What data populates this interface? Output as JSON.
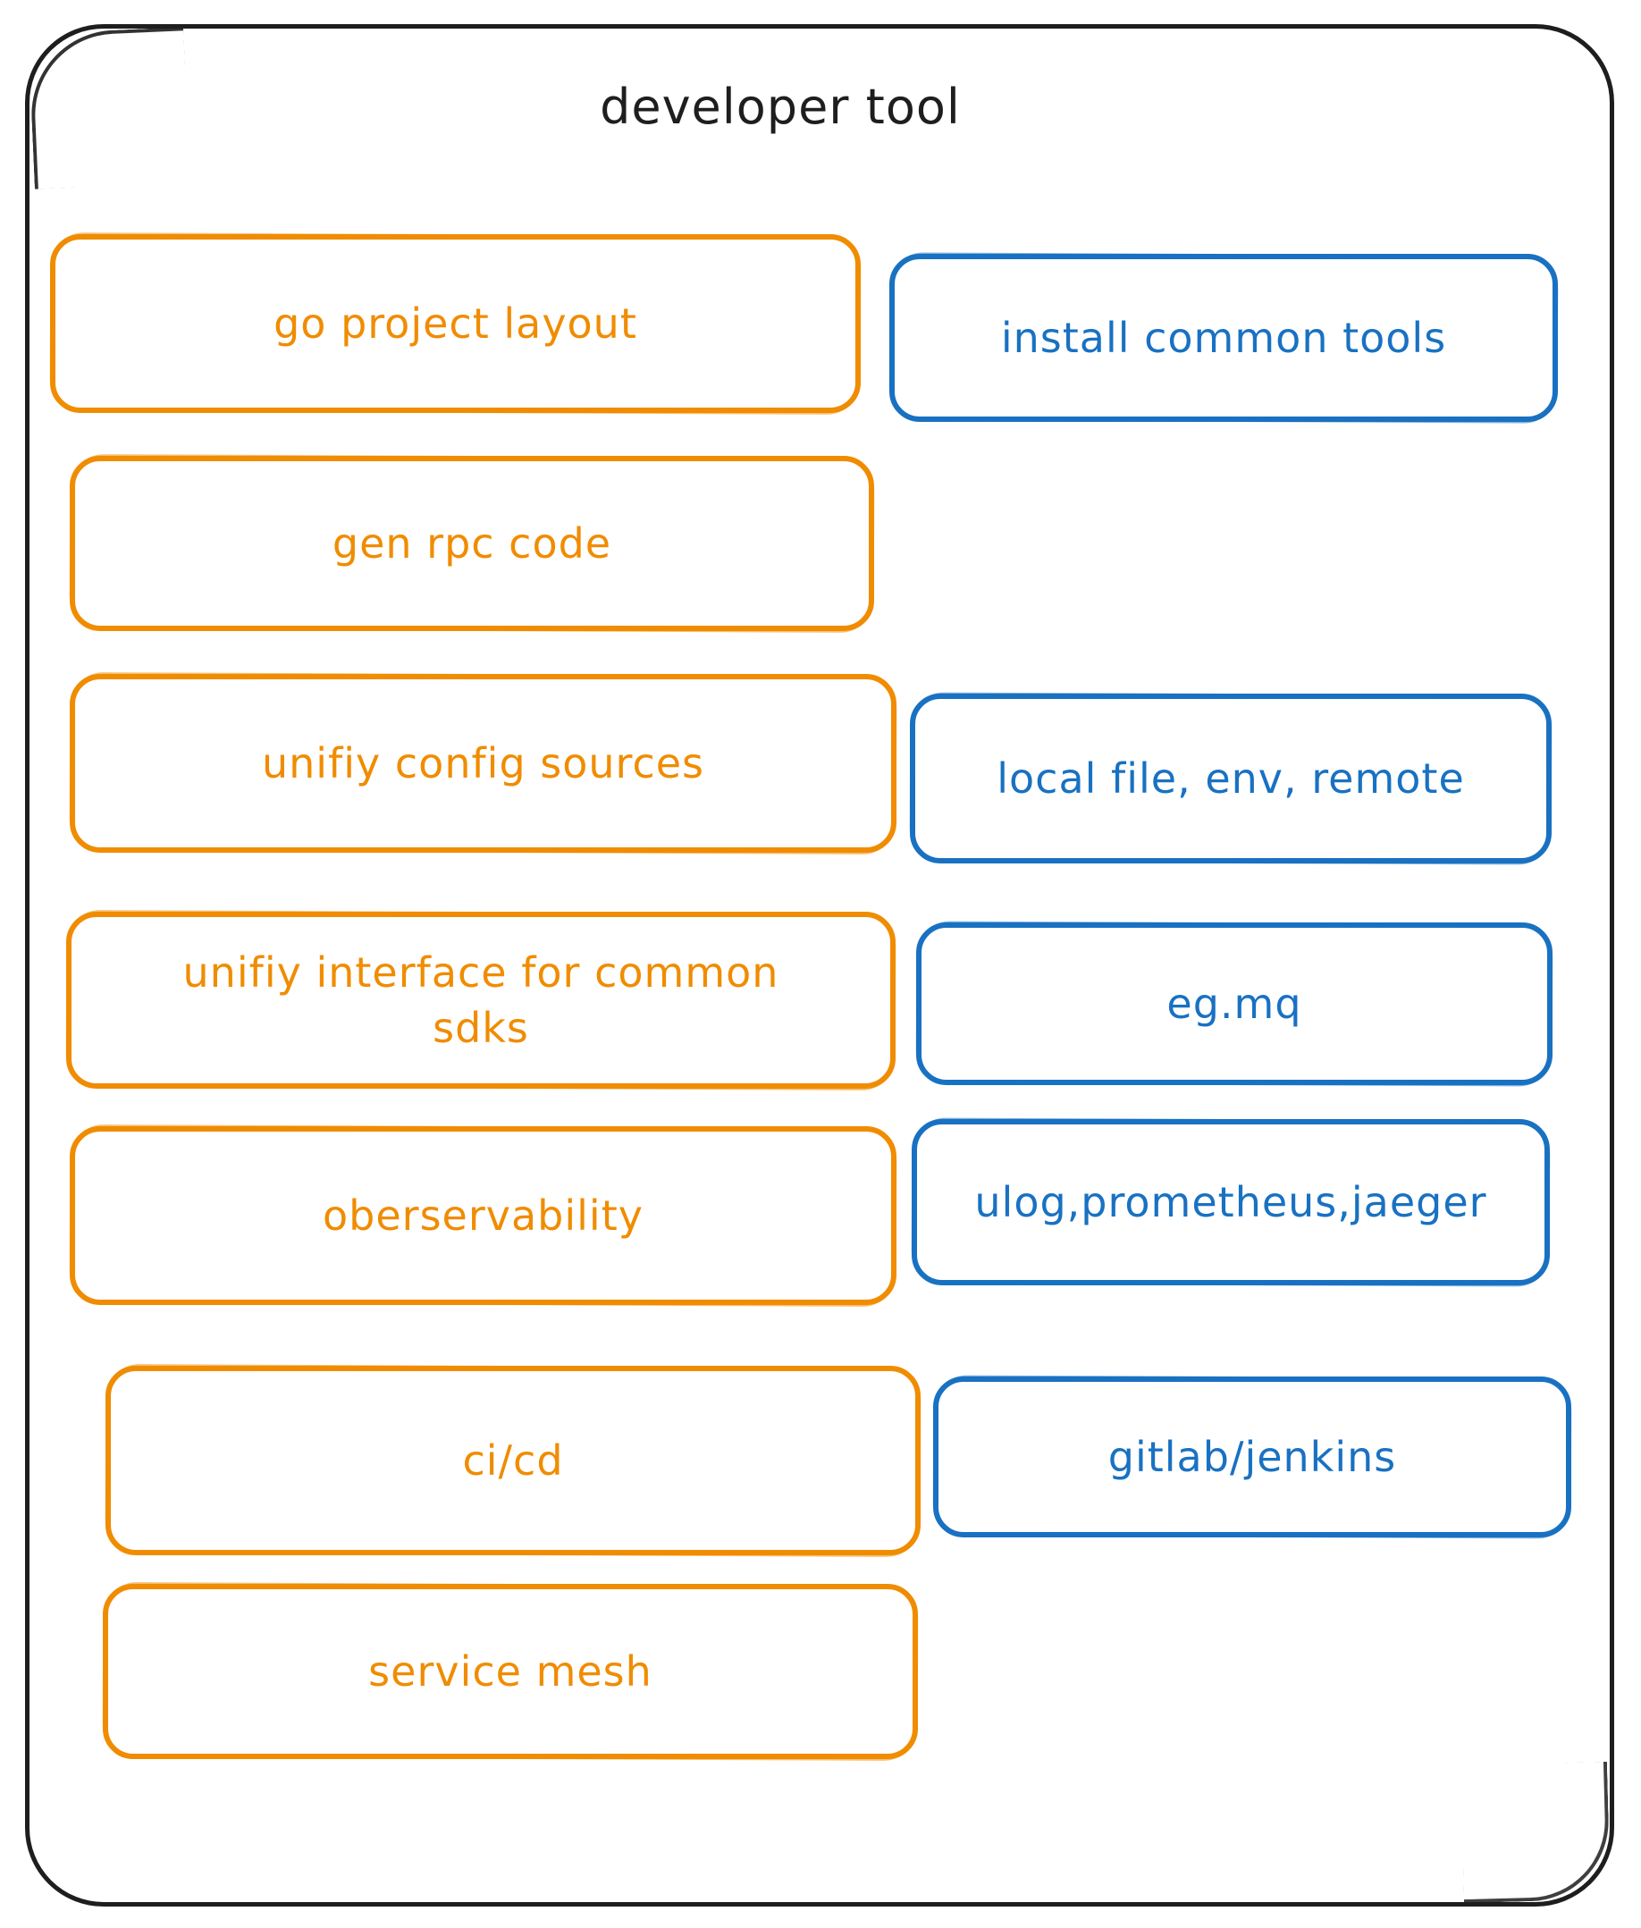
{
  "diagram": {
    "title": "developer tool",
    "colors": {
      "outline": "#1e1e1e",
      "orange": "#f08c00",
      "blue": "#1971c2",
      "background": "#ffffff"
    },
    "rows": [
      {
        "left": {
          "label": "go project layout"
        },
        "right": {
          "label": "install common tools"
        }
      },
      {
        "left": {
          "label": "gen rpc code"
        }
      },
      {
        "left": {
          "label": "unifiy config sources"
        },
        "right": {
          "label": "local file, env, remote"
        }
      },
      {
        "left": {
          "label": "unifiy interface for common sdks"
        },
        "right": {
          "label": "eg.mq"
        }
      },
      {
        "left": {
          "label": "oberservability"
        },
        "right": {
          "label": "ulog,prometheus,jaeger"
        }
      },
      {
        "left": {
          "label": "ci/cd"
        },
        "right": {
          "label": "gitlab/jenkins"
        }
      },
      {
        "left": {
          "label": "service mesh"
        }
      }
    ]
  }
}
